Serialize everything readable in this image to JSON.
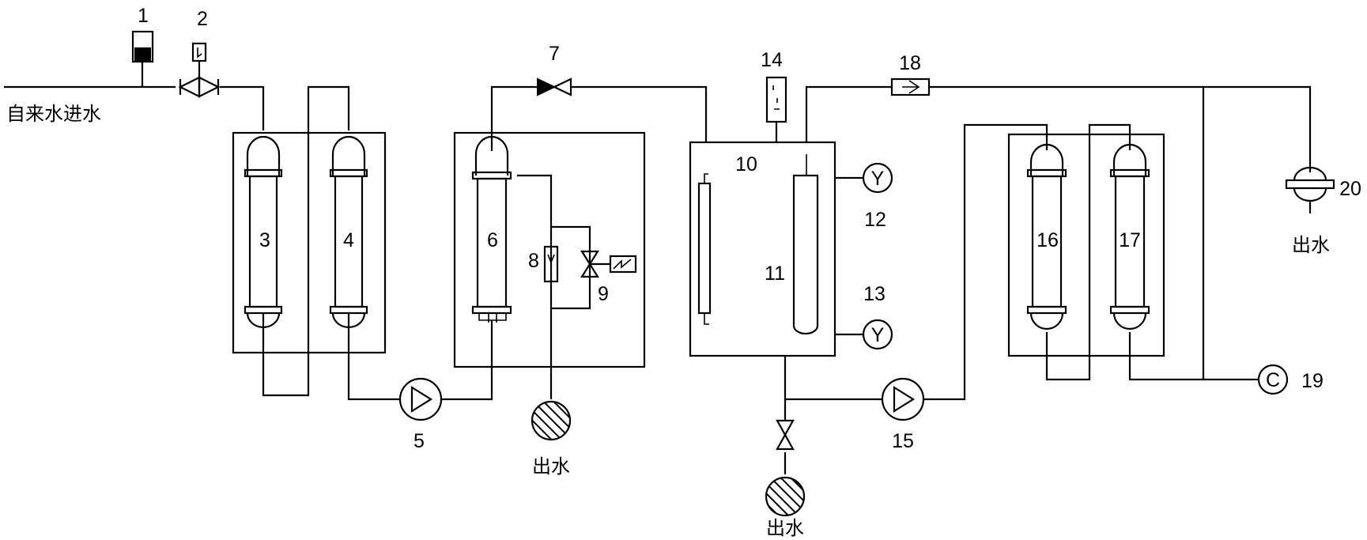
{
  "labels": {
    "n1": "1",
    "n2": "2",
    "n3": "3",
    "n4": "4",
    "n5": "5",
    "n6": "6",
    "n7": "7",
    "n8": "8",
    "n9": "9",
    "n10": "10",
    "n11": "11",
    "n12": "12",
    "n13": "13",
    "n14": "14",
    "n15": "15",
    "n16": "16",
    "n17": "17",
    "n18": "18",
    "n19": "19",
    "n20": "20"
  },
  "text": {
    "inlet": "自来水进水",
    "outlet": "出水"
  },
  "symbols": {
    "gauge": "Y",
    "conductivity": "C"
  },
  "colors": {
    "line": "#000000",
    "background": "#ffffff"
  }
}
